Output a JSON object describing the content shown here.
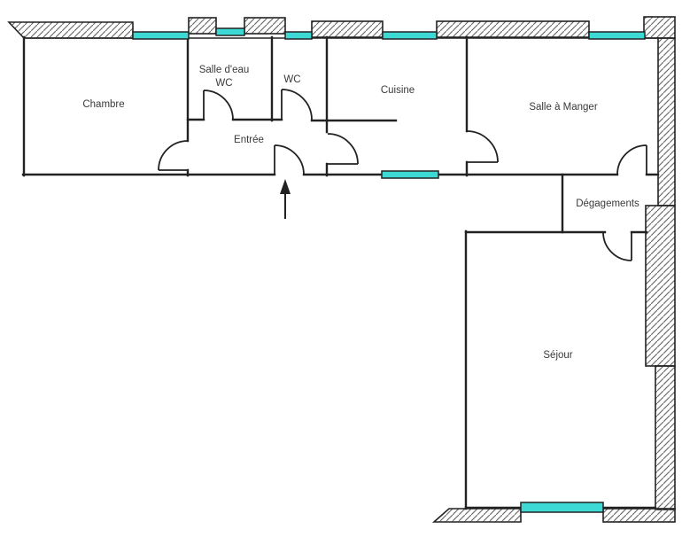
{
  "plan": {
    "title": "apartment-floor-plan",
    "rooms": {
      "chambre": {
        "label": "Chambre"
      },
      "salle_deau": {
        "label_line1": "Salle d'eau",
        "label_line2": "WC"
      },
      "wc": {
        "label": "WC"
      },
      "entree": {
        "label": "Entrée"
      },
      "cuisine": {
        "label": "Cuisine"
      },
      "salle_a_manger": {
        "label": "Salle à Manger"
      },
      "degagements": {
        "label": "Dégagements"
      },
      "sejour": {
        "label": "Séjour"
      }
    },
    "colors": {
      "window_fill": "#3DD9D4",
      "wall_stroke": "#222222",
      "hatch_line": "#6e6e6e",
      "label_color": "#3a3a3a"
    }
  }
}
